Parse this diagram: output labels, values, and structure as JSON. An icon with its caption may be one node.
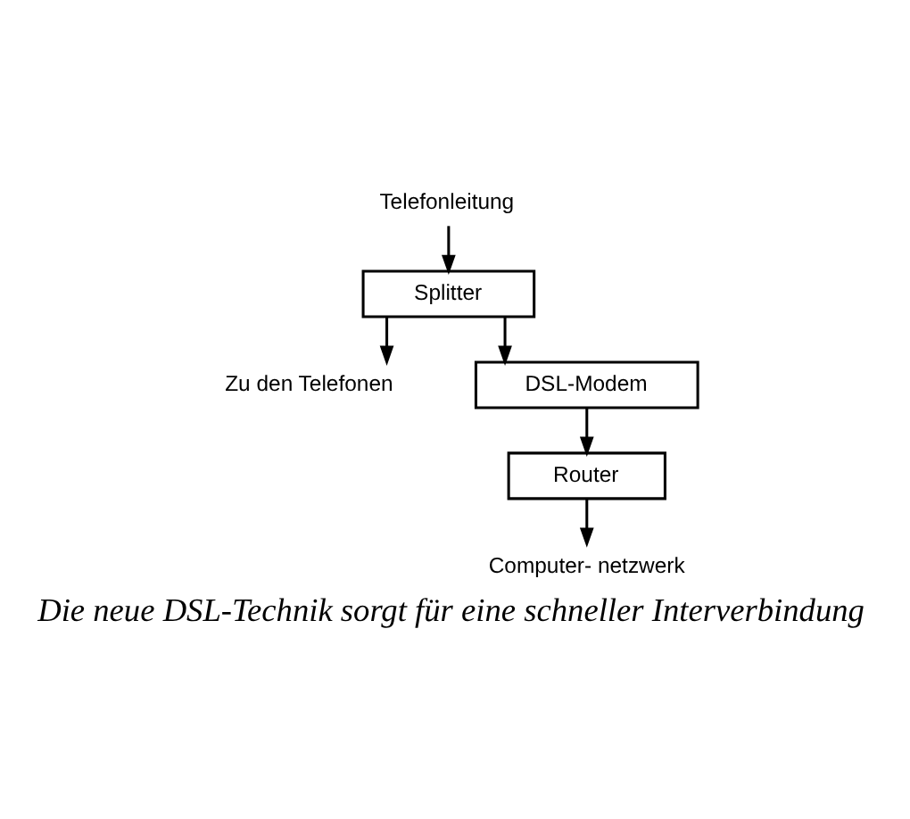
{
  "diagram": {
    "caption": "Die neue DSL-Technik sorgt für eine schneller Interverbindung",
    "nodes": [
      {
        "text": [
          "Telefonleitung"
        ]
      },
      {
        "text": [
          "Splitter"
        ]
      },
      {
        "text": [
          "Zu den Telefonen"
        ]
      },
      {
        "text": [
          "DSL-Modem"
        ]
      },
      {
        "text": [
          "Router"
        ]
      },
      {
        "text": [
          "Computer- netzwerk"
        ]
      }
    ],
    "edges": [
      {
        "from": 0,
        "to": 1,
        "arrow": "to"
      },
      {
        "from": 1,
        "to": 3,
        "arrow": "to"
      },
      {
        "from": 1,
        "to": 2,
        "arrow": "to"
      },
      {
        "from": 3,
        "to": 4,
        "arrow": "to"
      },
      {
        "from": 4,
        "to": 5,
        "arrow": "to"
      }
    ]
  }
}
